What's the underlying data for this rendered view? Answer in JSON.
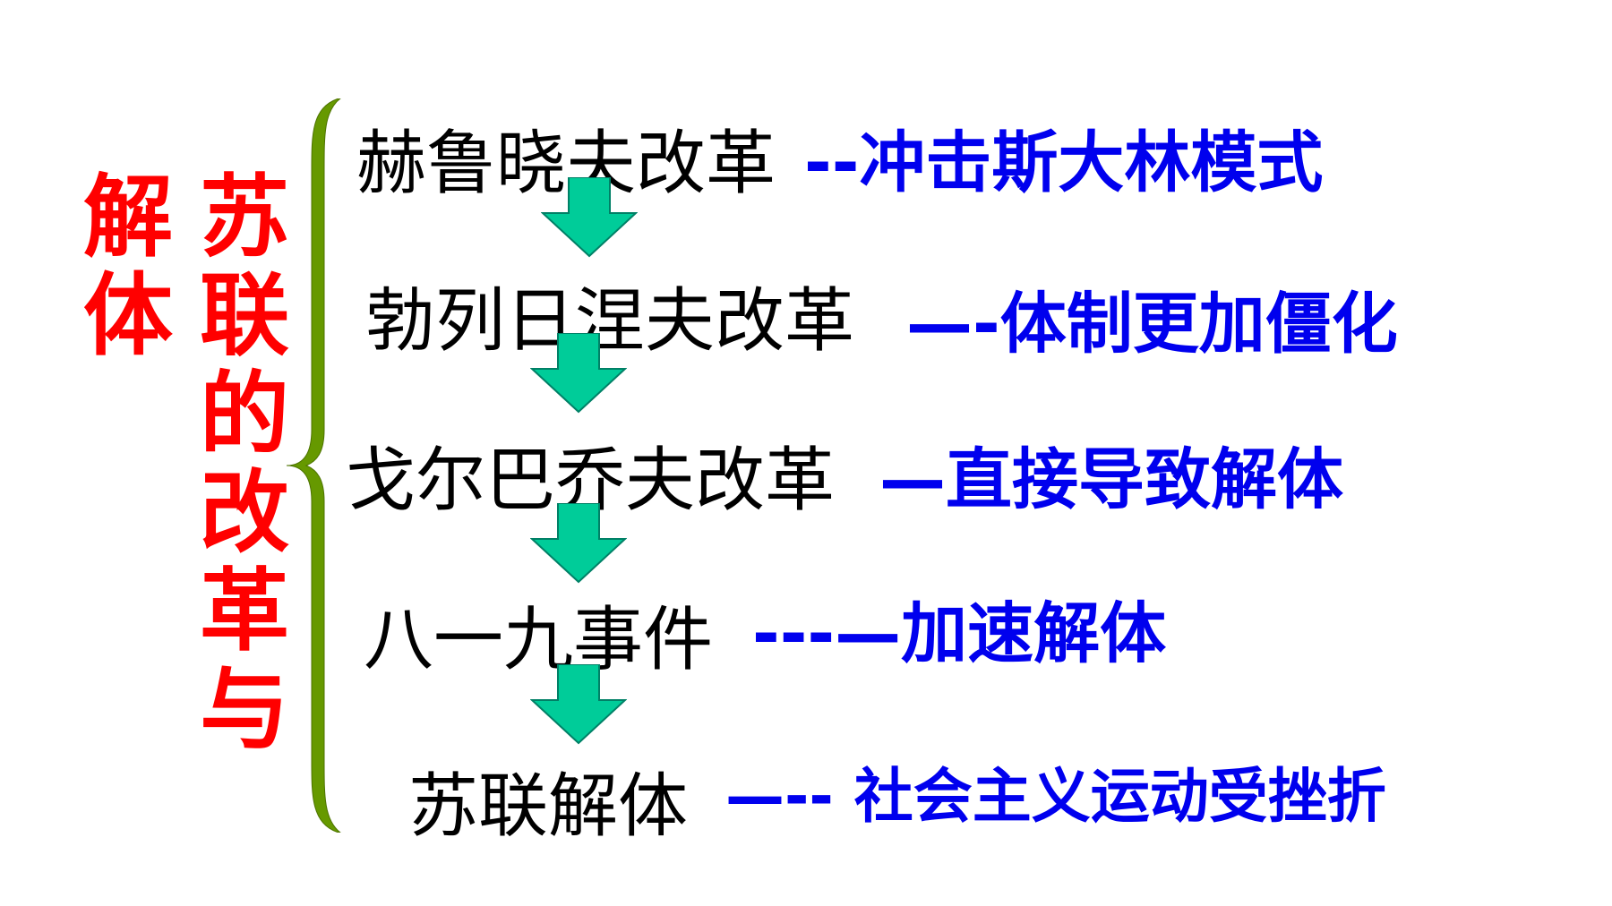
{
  "title": {
    "column_right": "苏联的改革与",
    "column_left": "解体"
  },
  "colors": {
    "title": "#ff0000",
    "label": "#000000",
    "note": "#0000ee",
    "brace": "#669900",
    "arrow_fill": "#00cc99",
    "arrow_stroke": "#008066"
  },
  "steps": [
    {
      "label": "赫鲁晓夫改革",
      "note": "--冲击斯大林模式"
    },
    {
      "label": "勃列日涅夫改革",
      "note": "—-体制更加僵化"
    },
    {
      "label": "戈尔巴乔夫改革",
      "note": "—直接导致解体"
    },
    {
      "label": "八一九事件",
      "note": "---—加速解体"
    },
    {
      "label": "苏联解体",
      "note": "—-- 社会主义运动受挫折"
    }
  ]
}
